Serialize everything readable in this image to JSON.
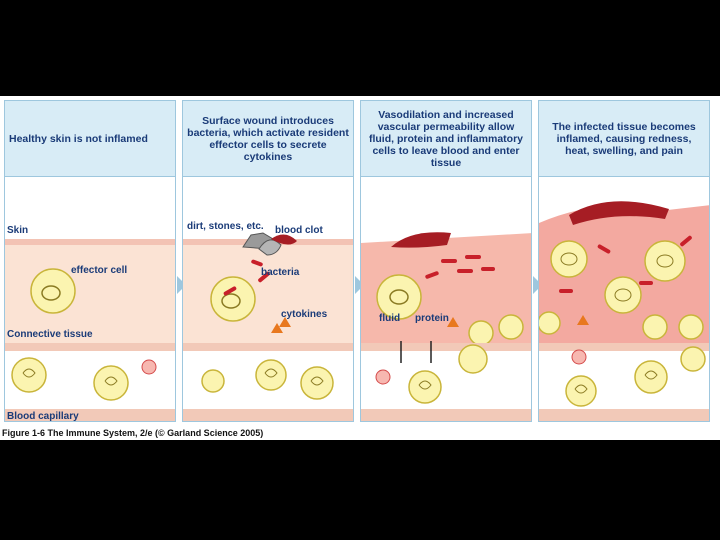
{
  "panels": [
    {
      "heading": "Healthy skin is not inflamed",
      "labels": {
        "skin": "Skin",
        "effector": "effector cell",
        "connective": "Connective tissue",
        "capillary": "Blood capillary"
      }
    },
    {
      "heading": "Surface wound introduces bacteria, which activate resident effector cells to secrete cytokines",
      "labels": {
        "dirt": "dirt, stones, etc.",
        "clot": "blood clot",
        "bacteria": "bacteria",
        "cytokines": "cytokines"
      }
    },
    {
      "heading": "Vasodilation and increased vascular permeability allow fluid, protein and inflammatory cells to leave blood and enter tissue",
      "labels": {
        "fluid": "fluid",
        "protein": "protein"
      }
    },
    {
      "heading": "The infected tissue becomes inflamed, causing redness, heat, swelling, and pain"
    }
  ],
  "caption": "Figure 1-6 The Immune System, 2/e (© Garland Science 2005)",
  "colors": {
    "header_bg": "#d8ecf6",
    "header_text": "#1a3b78",
    "border": "#9ec7de",
    "tissue": "#fbe3d4",
    "inflamed": "#f3a9a0",
    "cell": "#fbf4b0",
    "cell_edge": "#c9b53a",
    "clot": "#a61d24",
    "bacteria": "#c8202a",
    "cytokine": "#e8781e",
    "vessel_wall": "#f2c9b8"
  }
}
